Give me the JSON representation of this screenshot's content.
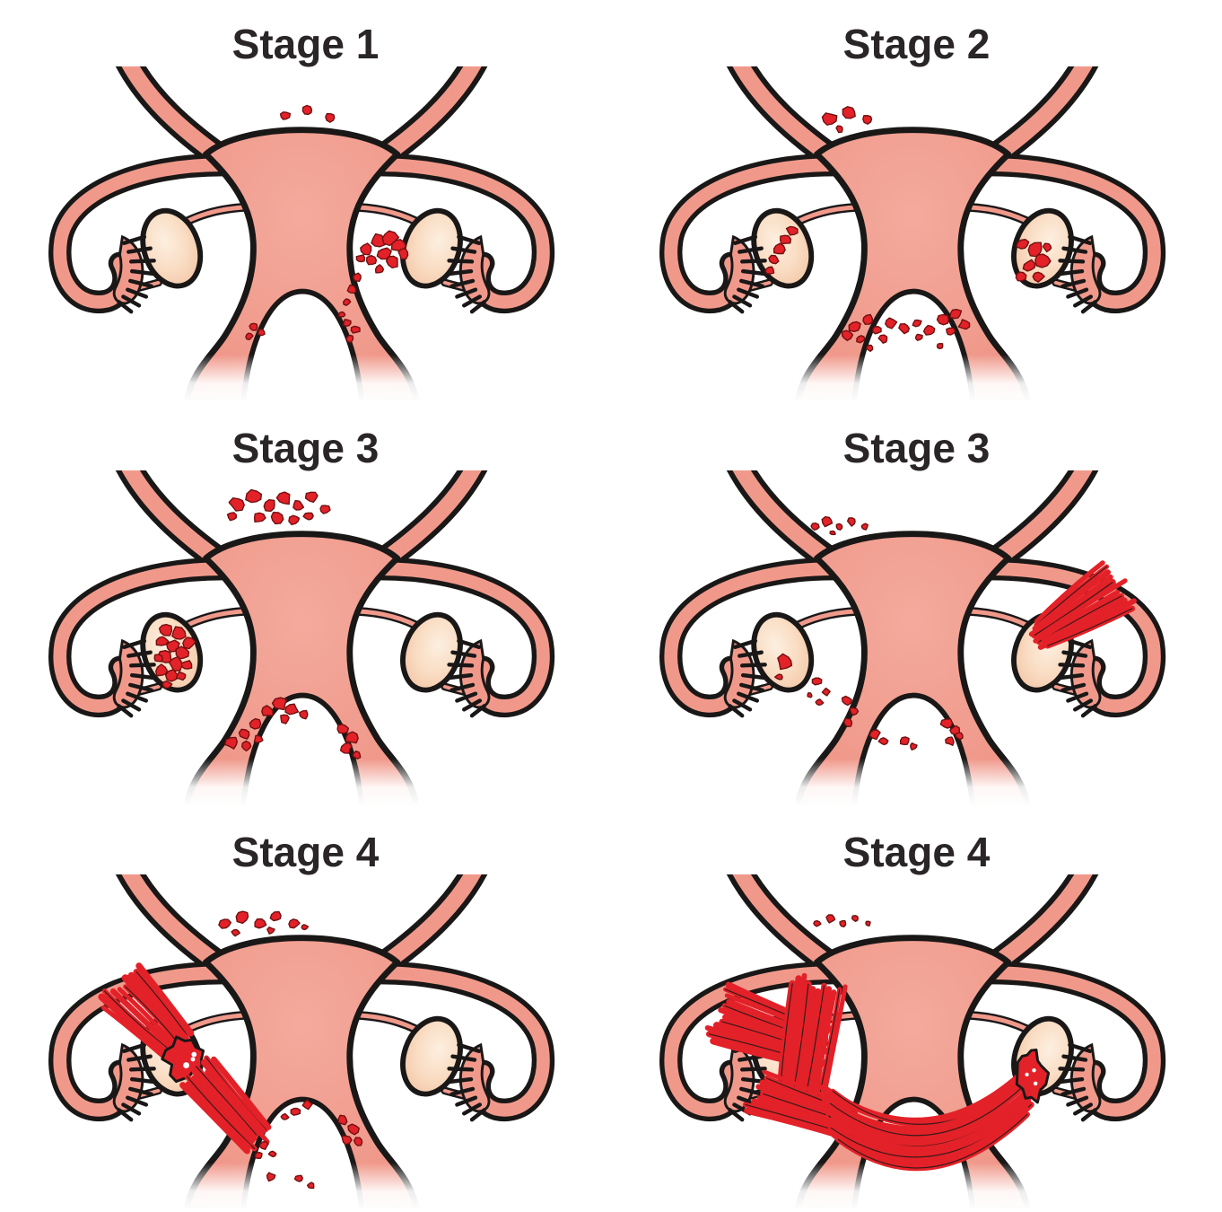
{
  "colors": {
    "body_fill": "#F0998B",
    "outline": "#1A1717",
    "ovary_fill": "#F9DCC2",
    "ovary_fill_light": "#FDEFE0",
    "ovary_fill_edge": "#F3C3A3",
    "lesion_red": "#E32128",
    "lesion_stroke": "#701010",
    "title_color": "#2A2526",
    "background": "#FFFFFF"
  },
  "panels": [
    {
      "label": "Stage 1",
      "overlays": [
        "fundus-dots-1",
        "paraovarian-cluster-right",
        "wall-trail-right",
        "culdesac-left-trio",
        "culdesac-right-trio"
      ]
    },
    {
      "label": "Stage 2",
      "overlays": [
        "fundus-dots-2",
        "left-ovary-chain",
        "right-ovary-cluster",
        "culdesac-band"
      ]
    },
    {
      "label": "Stage 3",
      "overlays": [
        "fundus-cluster-large",
        "left-ovary-filled",
        "culdesac-cluster-3a"
      ]
    },
    {
      "label": "Stage 3",
      "overlays": [
        "fundus-dots-3b",
        "left-ovary-spots",
        "right-adhesion-fan",
        "culdesac-scatter-3b"
      ]
    },
    {
      "label": "Stage 4",
      "overlays": [
        "fundus-cluster-4a",
        "adhesion-band-upper-left",
        "left-ovary-mass",
        "adhesion-band-lower-left",
        "culdesac-scatter-4a"
      ]
    },
    {
      "label": "Stage 4",
      "overlays": [
        "fundus-dots-4b",
        "massive-adhesion-left",
        "culdesac-bridge-adhesion",
        "right-ovary-mass"
      ]
    }
  ]
}
